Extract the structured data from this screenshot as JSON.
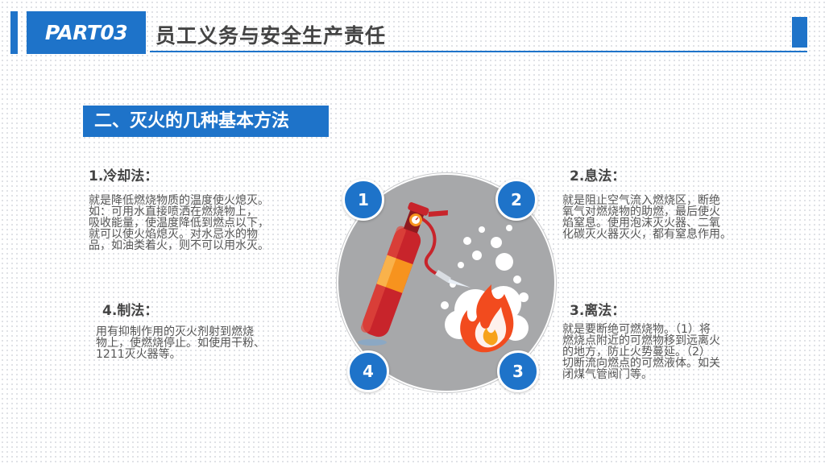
{
  "header": {
    "part": "PART03",
    "title": "员工义务与安全生产责任"
  },
  "section": {
    "title": "二、灭火的几种基本方法"
  },
  "methods": [
    {
      "title": "1.冷却法：",
      "lines": [
        "就是降低燃烧物质的温度使火熄灭。",
        "如：可用水直接喷洒在燃烧物上，",
        "吸收能量，使温度降低到燃点以下，",
        "就可以使火焰熄灭。对水忌水的物",
        "品，如油类着火，则不可以用水灭。"
      ]
    },
    {
      "title": "2.息法：",
      "lines": [
        "就是阻止空气流入燃烧区，断绝",
        "氧气对燃烧物的助燃，最后使火",
        "焰窒息。使用泡沫灭火器、二氧",
        "化碳灭火器灭火，都有窒息作用。"
      ]
    },
    {
      "title": "3.离法：",
      "lines": [
        "就是要断绝可燃烧物。（1）将",
        "燃烧点附近的可燃物移到远离火",
        "的地方，防止火势蔓延。（2）",
        "切断流向燃点的可燃液体。如关",
        "闭煤气管阀门等。"
      ]
    },
    {
      "title": "4.制法：",
      "lines": [
        "用有抑制作用的灭火剂射到燃烧",
        "物上，使燃烧停止。如使用干粉、",
        "1211灭火器等。"
      ]
    }
  ],
  "badges": [
    "1",
    "2",
    "3",
    "4"
  ],
  "colors": {
    "accent": "#1e73c9",
    "circle": "#a7a8aa",
    "flame": "#f24b1e",
    "extinguisher": "#c8242b"
  }
}
